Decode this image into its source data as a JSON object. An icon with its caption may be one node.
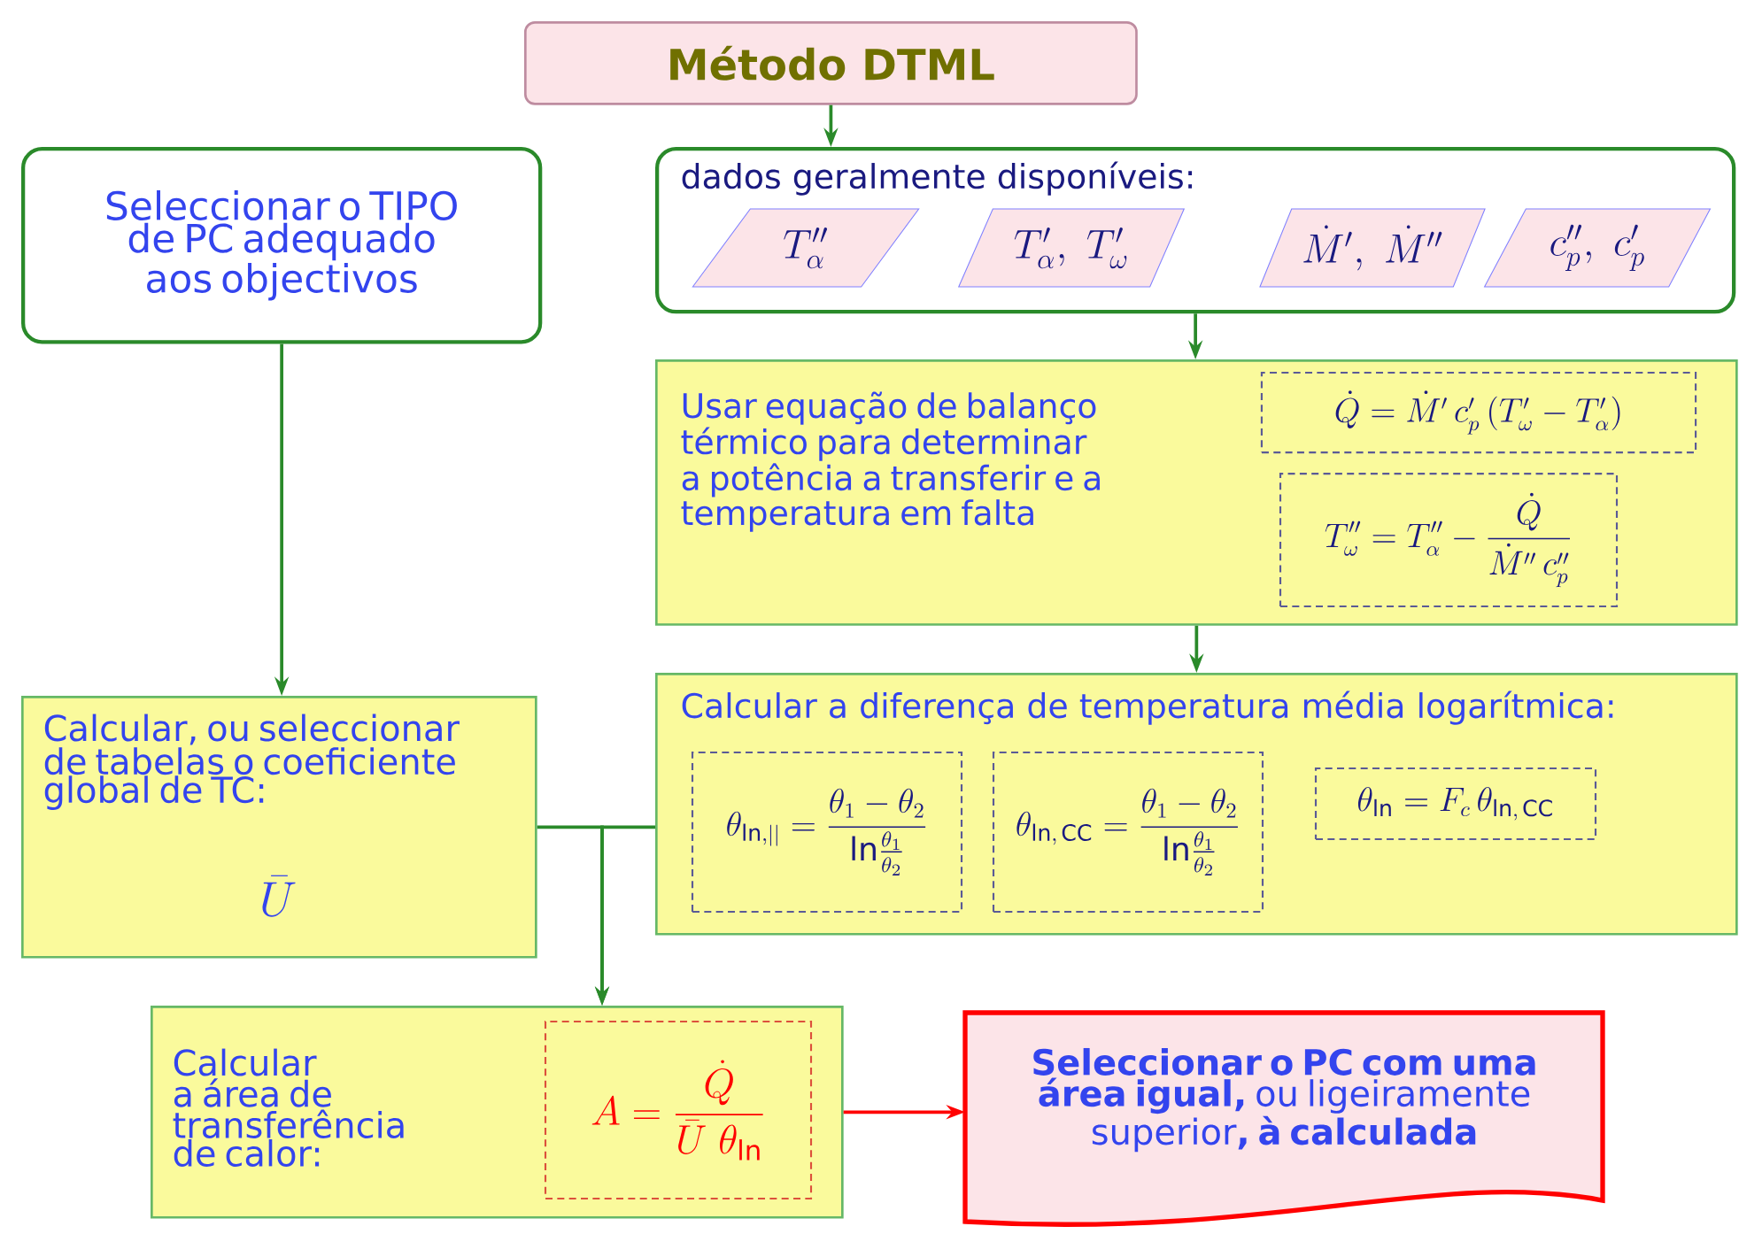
{
  "diagram": {
    "nodes": [
      {
        "text": [
          "Método DTML"
        ]
      },
      {
        "text": [
          "Seleccionar o TIPO de PC adequado aos objectivos"
        ]
      },
      {
        "text": [
          "dados geralmente disponíveis:"
        ]
      },
      {
        "text": [
          "T''_{\\alpha}"
        ],
        "in": 2
      },
      {
        "text": [
          "T'_{\\alpha},\\ T'_{\\omega}"
        ],
        "in": 2
      },
      {
        "text": [
          "\\dot{M}',\\ \\dot{M}''"
        ],
        "in": 2
      },
      {
        "text": [
          "c''_{p},\\ c'_{p}"
        ],
        "in": 2
      },
      {
        "text": [
          "Usar equação de balanço térmico para determinar a potência a transferir e a temperatura em falta"
        ]
      },
      {
        "text": [
          "\\dot{Q} = \\dot{M}'\\,c'_{p}\\left(T'_{\\omega} - T'_{\\alpha}\\right)"
        ],
        "in": 7
      },
      {
        "text": [
          "T''_{\\omega} = T''_{\\alpha} - \\frac{\\dot{Q}}{\\dot{M}''\\,c''_{p}}"
        ],
        "in": 7
      },
      {
        "text": [
          "Calcular a diferença de temperatura média logarítmica:"
        ]
      },
      {
        "text": [
          "\\theta_{\\mathrm{ln},||} = \\frac{\\theta_1 - \\theta_2}{\\mathrm{ln}\\frac{\\theta_1}{\\theta_2}}"
        ],
        "in": 10
      },
      {
        "text": [
          "\\theta_{\\mathrm{ln,\\,CC}} = \\frac{\\theta_1 - \\theta_2}{\\mathrm{ln}\\frac{\\theta_1}{\\theta_2}}"
        ],
        "in": 10
      },
      {
        "text": [
          "\\theta_{\\mathrm{ln}} = F_{c}\\,\\theta_{\\mathrm{ln,\\,CC}}"
        ],
        "in": 10
      },
      {
        "text": [
          "Calcular, ou seleccionar de tabelas o coeficiente global de TC:",
          "\\bar{U}"
        ]
      },
      {
        "text": [
          "Calcular a área de transferência de calor:"
        ]
      },
      {
        "text": [
          "A = \\frac{\\dot{Q}}{\\bar{U}\\;\\theta_{\\mathrm{ln}}}"
        ],
        "in": 15
      },
      {
        "text": [
          "**Seleccionar o PC com uma área igual,** ou ligeiramente superior**, à calculada**"
        ]
      }
    ],
    "edges": [
      {
        "from": 0,
        "to": 2,
        "arrow": "to"
      },
      {
        "from": 2,
        "to": 7,
        "arrow": "to"
      },
      {
        "from": 7,
        "to": 10,
        "arrow": "to"
      },
      {
        "from": 1,
        "to": 14,
        "arrow": "to"
      },
      {
        "from": 14,
        "to": 15,
        "arrow": "to"
      },
      {
        "from": 10,
        "to": 15,
        "arrow": "to"
      },
      {
        "from": 15,
        "to": 17,
        "arrow": "to",
        "color": "#ff0000"
      }
    ]
  }
}
